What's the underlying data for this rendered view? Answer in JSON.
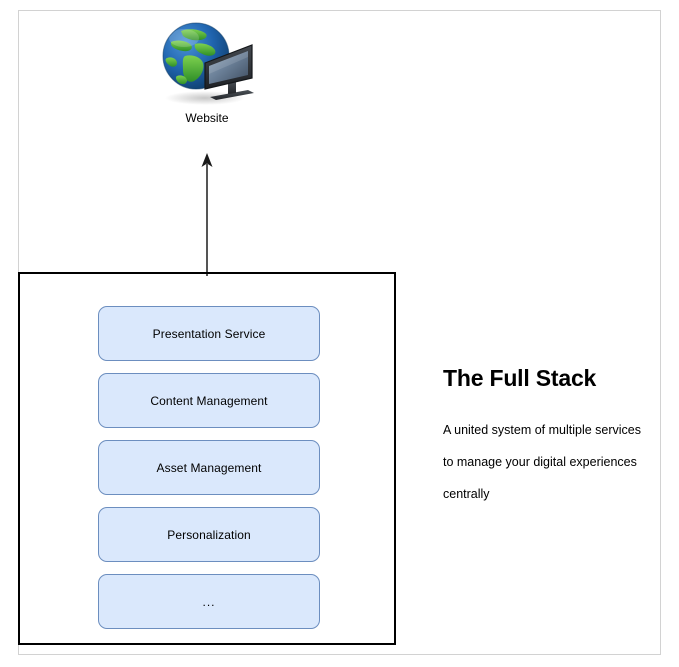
{
  "diagram": {
    "top_node": {
      "icon": "globe-monitor-icon",
      "label": "Website"
    },
    "connector": {
      "icon": "arrow-up-icon",
      "direction": "up"
    },
    "stack": {
      "name": "full-stack-container",
      "services": [
        {
          "label": "Presentation Service"
        },
        {
          "label": "Content Management"
        },
        {
          "label": "Asset Management"
        },
        {
          "label": "Personalization"
        },
        {
          "label": "..."
        }
      ]
    }
  },
  "side_copy": {
    "title": "The Full Stack",
    "body_lines": [
      "A united system of multiple services",
      "to manage your digital experiences",
      "centrally"
    ]
  },
  "colors": {
    "service_fill": "#dae8fc",
    "service_border": "#6c8ebf",
    "container_border": "#000000",
    "page_frame": "#d2d2d2",
    "globe_ocean": "#1c5fa8",
    "globe_land": "#4caf32",
    "monitor_body": "#2f3338",
    "monitor_screen": "#7a8fa5",
    "text": "#000000"
  }
}
